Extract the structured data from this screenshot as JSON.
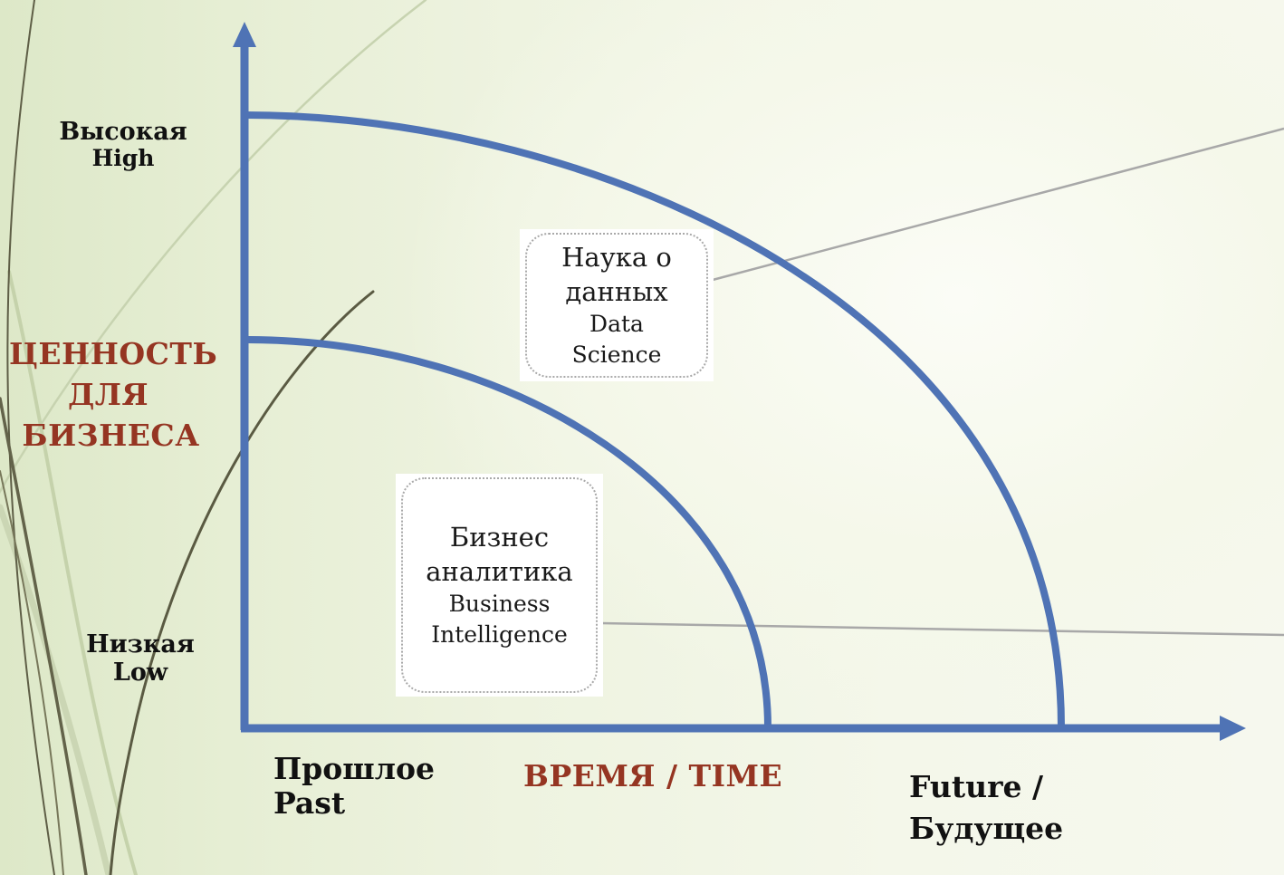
{
  "diagram": {
    "y_axis": {
      "title": "ЦЕННОСТЬ ДЛЯ БИЗНЕСА",
      "title_lines": [
        "ЦЕННОСТЬ",
        "ДЛЯ",
        "БИЗНЕСА"
      ],
      "high_ru": "Высокая",
      "high_en": "High",
      "low_ru": "Низкая",
      "low_en": "Low"
    },
    "x_axis": {
      "title": "ВРЕМЯ / TIME",
      "past_ru": "Прошлое",
      "past_en": "Past",
      "future_en": "Future /",
      "future_ru": "Будущее"
    },
    "boxes": {
      "data_science": {
        "ru_line1": "Наука о",
        "ru_line2": "данных",
        "en_line1": "Data",
        "en_line2": "Science"
      },
      "business_intelligence": {
        "ru_line1": "Бизнес",
        "ru_line2": "аналитика",
        "en_line1": "Business",
        "en_line2": "Intelligence"
      }
    },
    "colors": {
      "axis": "#4f73b5",
      "curve": "#4f73b5",
      "accent_title": "#953522",
      "decor_dark": "#5a5a42",
      "decor_light": "#c3cfaa"
    }
  }
}
